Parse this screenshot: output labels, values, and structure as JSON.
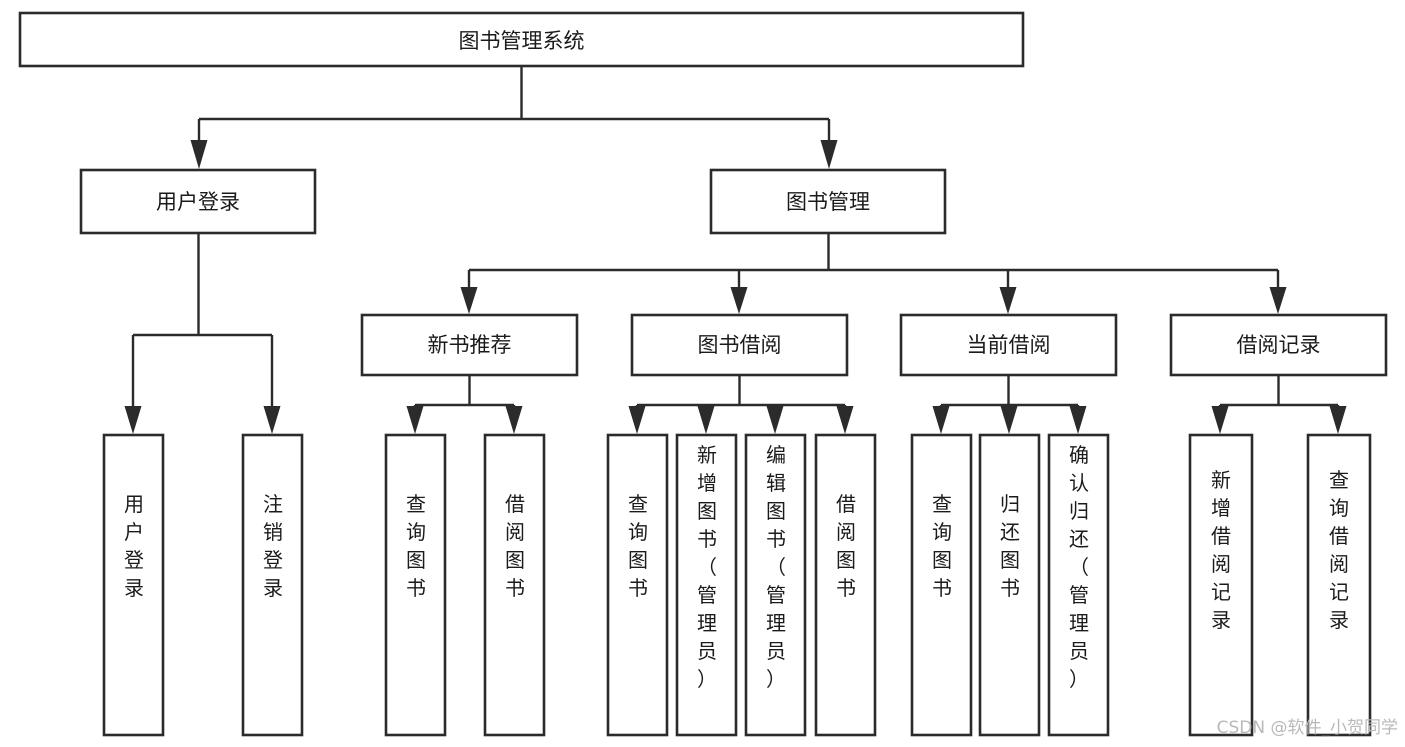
{
  "diagram": {
    "title": "图书管理系统",
    "type": "hierarchy-tree",
    "watermark": "CSDN @软件_小贺同学",
    "root": {
      "id": "root",
      "label": "图书管理系统",
      "orientation": "horizontal"
    },
    "level2": [
      {
        "id": "user-login",
        "label": "用户登录",
        "orientation": "horizontal"
      },
      {
        "id": "book-management",
        "label": "图书管理",
        "orientation": "horizontal"
      }
    ],
    "level3": [
      {
        "id": "new-book-recommend",
        "label": "新书推荐",
        "orientation": "horizontal",
        "parent": "book-management"
      },
      {
        "id": "book-borrow",
        "label": "图书借阅",
        "orientation": "horizontal",
        "parent": "book-management"
      },
      {
        "id": "current-borrow",
        "label": "当前借阅",
        "orientation": "horizontal",
        "parent": "book-management"
      },
      {
        "id": "borrow-record",
        "label": "借阅记录",
        "orientation": "horizontal",
        "parent": "book-management"
      }
    ],
    "leaves": {
      "user-login": [
        {
          "id": "leaf-user-login",
          "label": "用户登录",
          "orientation": "vertical"
        },
        {
          "id": "leaf-user-logout",
          "label": "注销登录",
          "orientation": "vertical"
        }
      ],
      "new-book-recommend": [
        {
          "id": "leaf-query-book-1",
          "label": "查询图书",
          "orientation": "vertical"
        },
        {
          "id": "leaf-borrow-book-1",
          "label": "借阅图书",
          "orientation": "vertical"
        }
      ],
      "book-borrow": [
        {
          "id": "leaf-query-book-2",
          "label": "查询图书",
          "orientation": "vertical"
        },
        {
          "id": "leaf-add-book",
          "label": "新增图书（管理员）",
          "orientation": "vertical"
        },
        {
          "id": "leaf-edit-book",
          "label": "编辑图书（管理员）",
          "orientation": "vertical"
        },
        {
          "id": "leaf-borrow-book-2",
          "label": "借阅图书",
          "orientation": "vertical"
        }
      ],
      "current-borrow": [
        {
          "id": "leaf-query-book-3",
          "label": "查询图书",
          "orientation": "vertical"
        },
        {
          "id": "leaf-return-book",
          "label": "归还图书",
          "orientation": "vertical"
        },
        {
          "id": "leaf-confirm-return",
          "label": "确认归还（管理员）",
          "orientation": "vertical"
        }
      ],
      "borrow-record": [
        {
          "id": "leaf-add-record",
          "label": "新增借阅记录",
          "orientation": "vertical"
        },
        {
          "id": "leaf-query-record",
          "label": "查询借阅记录",
          "orientation": "vertical"
        }
      ]
    },
    "colors": {
      "stroke": "#2b2b2b",
      "fill": "#ffffff",
      "text": "#1b1b1b",
      "watermark": "#b9b9b9",
      "background": "#ffffff"
    }
  }
}
